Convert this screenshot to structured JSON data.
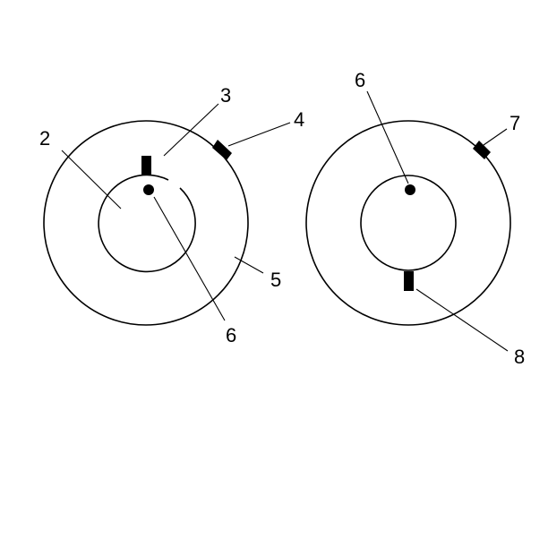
{
  "callouts": {
    "left_wheel": {
      "label_2": "2",
      "label_3": "3",
      "label_4": "4",
      "label_5": "5",
      "label_6": "6"
    },
    "right_wheel": {
      "label_6": "6",
      "label_7": "7",
      "label_8": "8"
    }
  },
  "colors": {
    "line": "#000000",
    "background": "#ffffff"
  }
}
